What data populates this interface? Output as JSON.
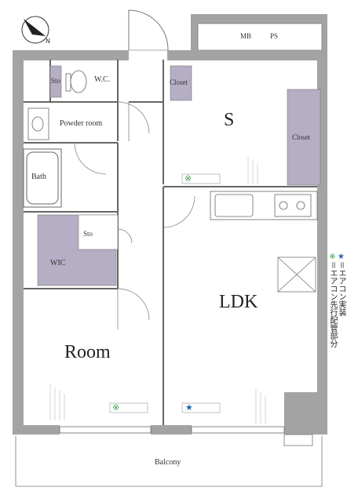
{
  "rooms": {
    "mb": "MB",
    "ps": "PS",
    "storage_wc": "Sto",
    "wc": "W.C.",
    "closet_top": "Closet",
    "s_room": "S",
    "closet_right": "Closet",
    "powder": "Powder room",
    "bath": "Bath",
    "storage_mid": "Sto",
    "wic": "WIC",
    "ldk": "LDK",
    "room": "Room",
    "balcony": "Balcony"
  },
  "legend": {
    "star_symbol": "★",
    "star_text": "＝エアコン実装",
    "kome_symbol": "※",
    "kome_text": "＝エアコン先行配管部分"
  },
  "colors": {
    "wall": "#9a9a9a",
    "closet": "#b5aec4",
    "star": "#1f5fb0",
    "kome": "#2f9b45"
  }
}
